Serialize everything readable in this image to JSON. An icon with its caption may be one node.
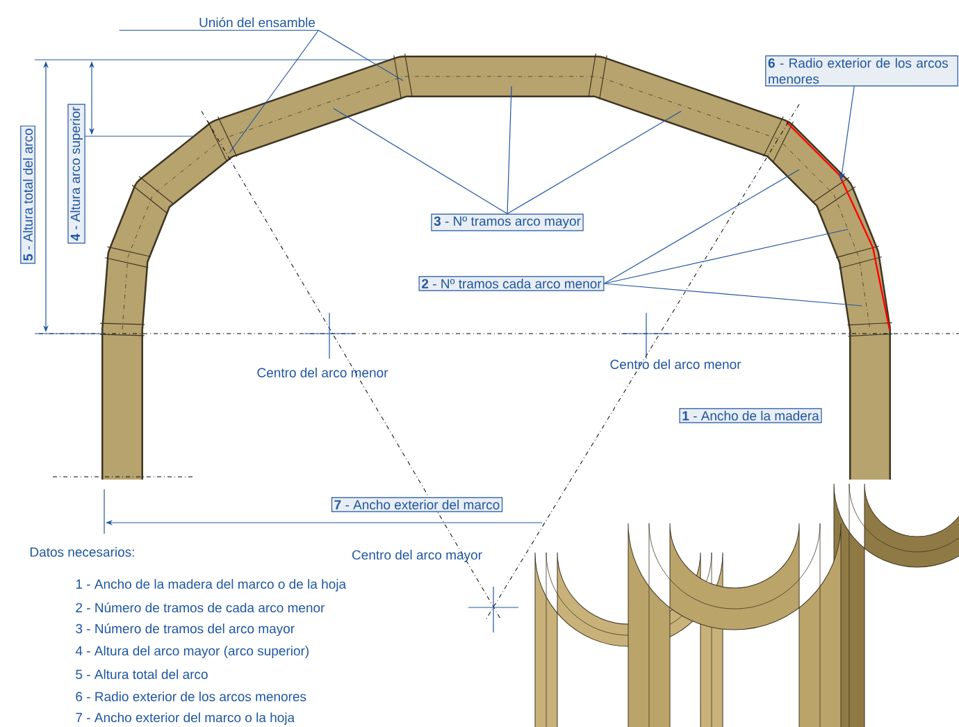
{
  "diagram": {
    "nodes": [
      {
        "text": [
          "Unión del ensamble"
        ]
      },
      {
        "text": [
          "**6** - Radio exterior de los arcos menores"
        ]
      },
      {
        "text": [
          "**3** - Nº tramos arco mayor"
        ]
      },
      {
        "text": [
          "**2** - Nº tramos cada arco menor"
        ]
      },
      {
        "text": [
          "**1** - Ancho de la madera"
        ]
      },
      {
        "text": [
          "**5** - Altura total del arco"
        ]
      },
      {
        "text": [
          "**4** - Altura arco superior"
        ]
      },
      {
        "text": [
          "**7** - Ancho exterior del marco"
        ]
      }
    ],
    "edges": [
      {
        "from": 0,
        "to": null,
        "arrow": "none"
      },
      {
        "from": 0,
        "to": null,
        "arrow": "none"
      },
      {
        "from": 1,
        "to": null,
        "arrow": "to"
      },
      {
        "from": 2,
        "to": null,
        "arrow": "none"
      },
      {
        "from": 2,
        "to": null,
        "arrow": "none"
      },
      {
        "from": 2,
        "to": null,
        "arrow": "none"
      },
      {
        "from": 3,
        "to": null,
        "arrow": "none"
      },
      {
        "from": 3,
        "to": null,
        "arrow": "none"
      },
      {
        "from": 3,
        "to": null,
        "arrow": "none"
      }
    ],
    "labels": [
      "Centro del arco menor",
      "Centro del arco menor",
      "Centro del arco mayor",
      "Datos necesarios:",
      "1 - Ancho de la madera del marco o de la hoja",
      "2 - Número de tramos de cada arco menor",
      "3 - Número de tramos del arco mayor",
      "4 - Altura del arco mayor (arco superior)",
      "5 - Altura total del arco",
      "6 - Radio exterior de los arcos menores",
      "7 - Ancho exterior del marco o la hoja"
    ]
  }
}
